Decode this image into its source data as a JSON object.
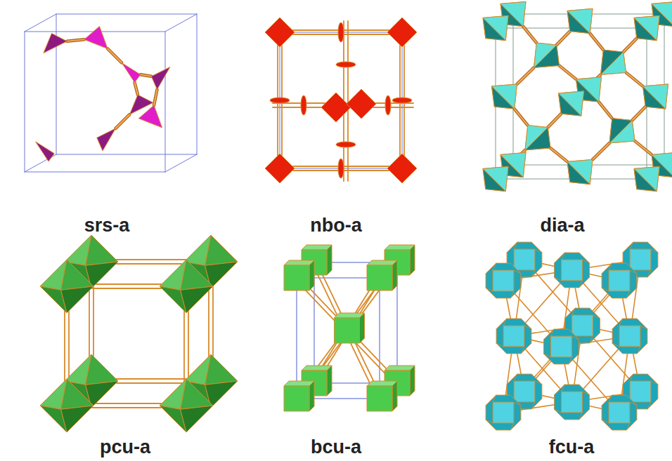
{
  "diagram": {
    "labels": [
      "srs-a",
      "nbo-a",
      "dia-a",
      "pcu-a",
      "bcu-a",
      "fcu-a"
    ]
  }
}
